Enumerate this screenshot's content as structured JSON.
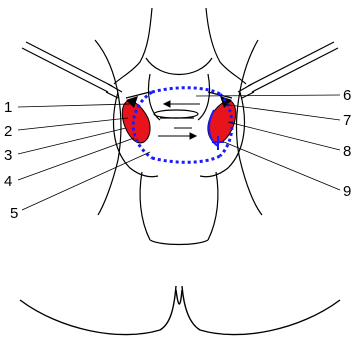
{
  "diagram": {
    "callouts": [
      {
        "id": "1",
        "label": "1"
      },
      {
        "id": "2",
        "label": "2"
      },
      {
        "id": "3",
        "label": "3"
      },
      {
        "id": "4",
        "label": "4"
      },
      {
        "id": "5",
        "label": "5"
      },
      {
        "id": "6",
        "label": "6"
      },
      {
        "id": "7",
        "label": "7"
      },
      {
        "id": "8",
        "label": "8"
      },
      {
        "id": "9",
        "label": "9"
      }
    ],
    "colors": {
      "outline": "#000000",
      "ligament_fill": "#e8141c",
      "dotted_ring": "#1a1aff",
      "background": "#ffffff"
    }
  }
}
